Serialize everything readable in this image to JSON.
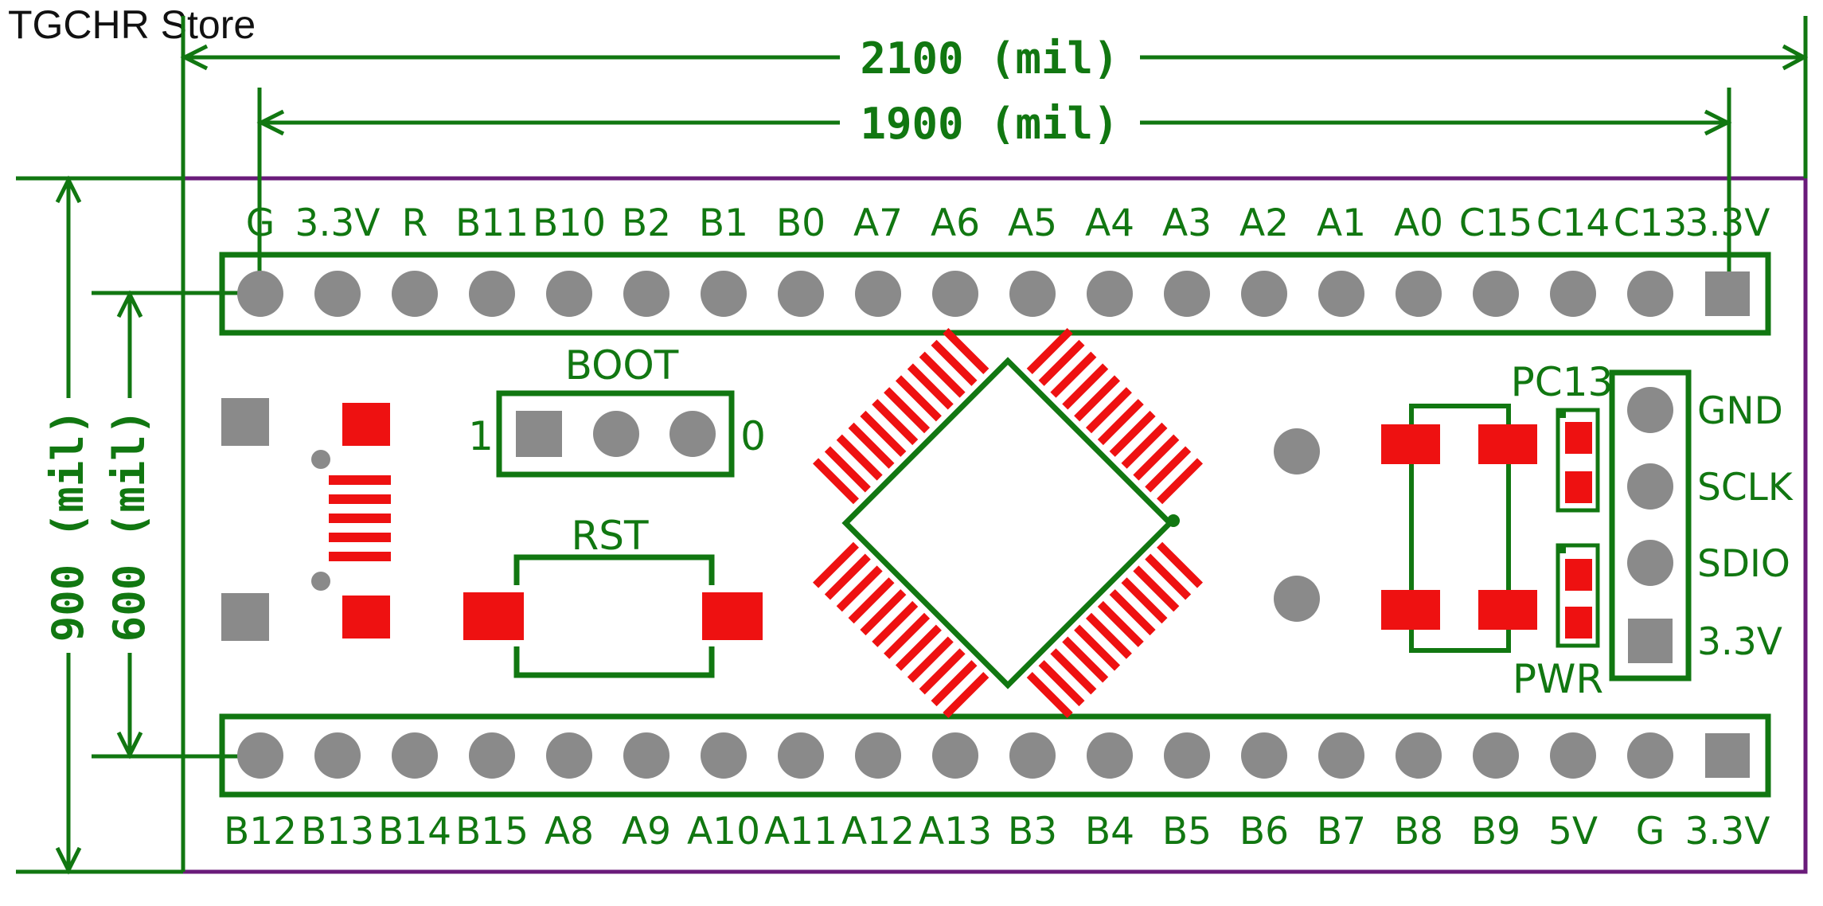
{
  "store_name": "TGCHR Store",
  "dimensions": {
    "outer_width": "2100 (mil)",
    "inner_width": "1900 (mil)",
    "outer_height": "900 (mil)",
    "inner_height": "600 (mil)"
  },
  "top_header_pins": [
    "G",
    "3.3V",
    "R",
    "B11",
    "B10",
    "B2",
    "B1",
    "B0",
    "A7",
    "A6",
    "A5",
    "A4",
    "A3",
    "A2",
    "A1",
    "A0",
    "C15",
    "C14",
    "C13",
    "3.3V"
  ],
  "bottom_header_pins": [
    "B12",
    "B13",
    "B14",
    "B15",
    "A8",
    "A9",
    "A10",
    "A11",
    "A12",
    "A13",
    "B3",
    "B4",
    "B5",
    "B6",
    "B7",
    "B8",
    "B9",
    "5V",
    "G",
    "3.3V"
  ],
  "boot": {
    "label": "BOOT",
    "left": "1",
    "right": "0"
  },
  "rst_label": "RST",
  "pc13_label": "PC13",
  "pwr_label": "PWR",
  "swd_pins": [
    "GND",
    "SCLK",
    "SDIO",
    "3.3V"
  ],
  "colors": {
    "silkscreen": "#117711",
    "copper_pad": "#ee1111",
    "hole": "#8a8a8a",
    "board_outline": "#6a1b7a"
  }
}
